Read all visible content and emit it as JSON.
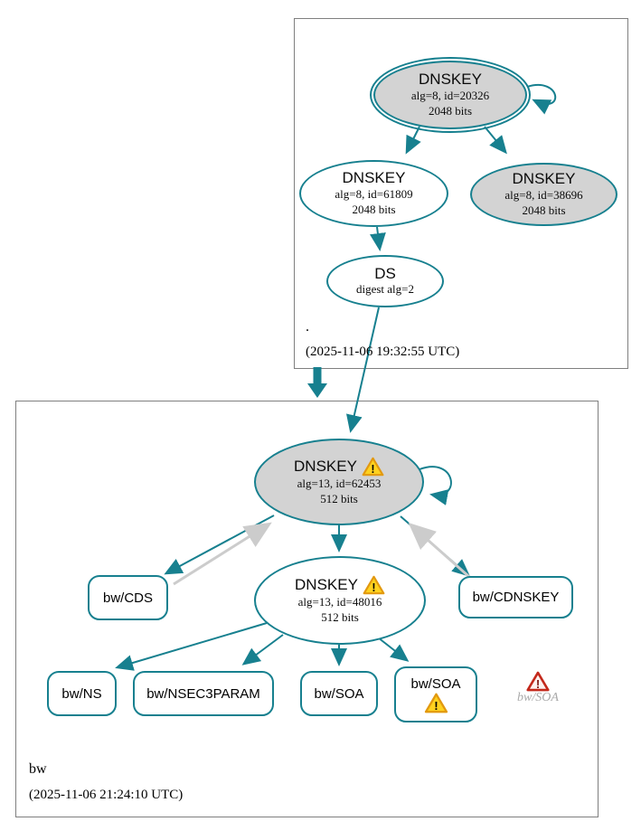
{
  "colors": {
    "teal": "#17808f",
    "secure_node_fill": "#d3d3d3",
    "plain_node_fill": "#ffffff",
    "gray_edge": "#cccccc",
    "zone_box_border": "#7f7f7f",
    "warning_fill": "#ffd21f",
    "warning_border": "#e2990f",
    "error_border": "#c3281b",
    "error_text": "#7a120b",
    "insecure_label_gray": "#a9a9a9"
  },
  "icons": {
    "warning_glyph": "!",
    "error_glyph": "!"
  },
  "zones": [
    {
      "label": ".",
      "timestamp": "(2025-11-06 19:32:55 UTC)"
    },
    {
      "label": "bw",
      "timestamp": "(2025-11-06 21:24:10 UTC)"
    }
  ],
  "nodes": {
    "root_ksk": {
      "title": "DNSKEY",
      "line2": "alg=8, id=20326",
      "line3": "2048 bits"
    },
    "root_zsk": {
      "title": "DNSKEY",
      "line2": "alg=8, id=61809",
      "line3": "2048 bits"
    },
    "root_dnskey_38696": {
      "title": "DNSKEY",
      "line2": "alg=8, id=38696",
      "line3": "2048 bits"
    },
    "root_ds": {
      "title": "DS",
      "line2": "digest alg=2"
    },
    "bw_ksk": {
      "title": "DNSKEY",
      "line2": "alg=13, id=62453",
      "line3": "512 bits"
    },
    "bw_zsk": {
      "title": "DNSKEY",
      "line2": "alg=13, id=48016",
      "line3": "512 bits"
    },
    "bw_cds": {
      "label": "bw/CDS"
    },
    "bw_cdnskey": {
      "label": "bw/CDNSKEY"
    },
    "bw_ns": {
      "label": "bw/NS"
    },
    "bw_nsec3param": {
      "label": "bw/NSEC3PARAM"
    },
    "bw_soa": {
      "label": "bw/SOA"
    },
    "bw_soa_warn": {
      "label": "bw/SOA"
    },
    "bw_soa_error": {
      "label": "bw/SOA"
    }
  }
}
